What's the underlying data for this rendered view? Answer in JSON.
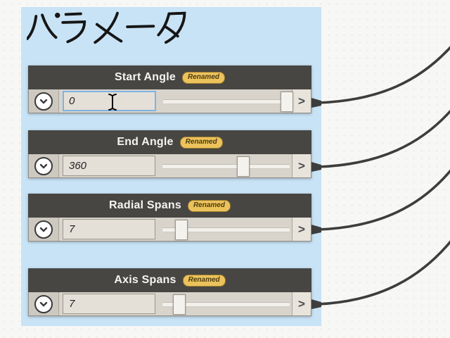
{
  "ui": {
    "port_glyph": ">",
    "colors": {
      "group_background": "#c9e3f6",
      "node_header": "#474643",
      "badge_background": "#ecc25c",
      "wire": "#3d3d3d",
      "focused_input_border": "#7fb2e2"
    }
  },
  "group": {
    "title": "パラメータ"
  },
  "nodes": [
    {
      "title": "Start Angle",
      "badge": "Renamed",
      "value": "0",
      "slider_pos": 1.0,
      "focused": true,
      "text_cursor_visible": true
    },
    {
      "title": "End Angle",
      "badge": "Renamed",
      "value": "360",
      "slider_pos": 0.65,
      "focused": false,
      "text_cursor_visible": false
    },
    {
      "title": "Radial Spans",
      "badge": "Renamed",
      "value": "7",
      "slider_pos": 0.155,
      "focused": false,
      "text_cursor_visible": false
    },
    {
      "title": "Axis Spans",
      "badge": "Renamed",
      "value": "7",
      "slider_pos": 0.14,
      "focused": false,
      "text_cursor_visible": false
    }
  ],
  "wires": {
    "count": 4
  }
}
